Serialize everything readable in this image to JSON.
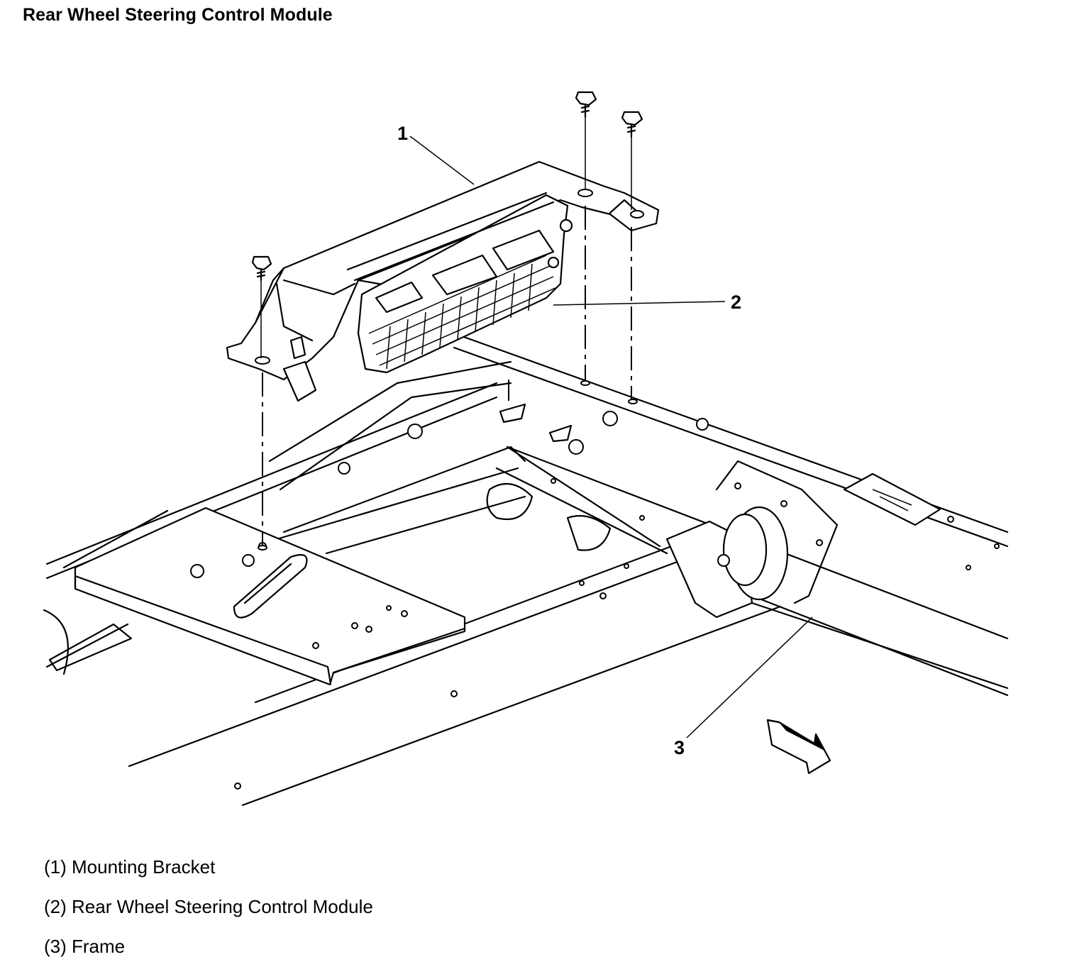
{
  "title": "Rear Wheel Steering Control Module",
  "callouts": [
    {
      "number": "1"
    },
    {
      "number": "2"
    },
    {
      "number": "3"
    }
  ],
  "legend": [
    "(1) Mounting Bracket",
    "(2) Rear Wheel Steering Control Module",
    "(3) Frame"
  ]
}
